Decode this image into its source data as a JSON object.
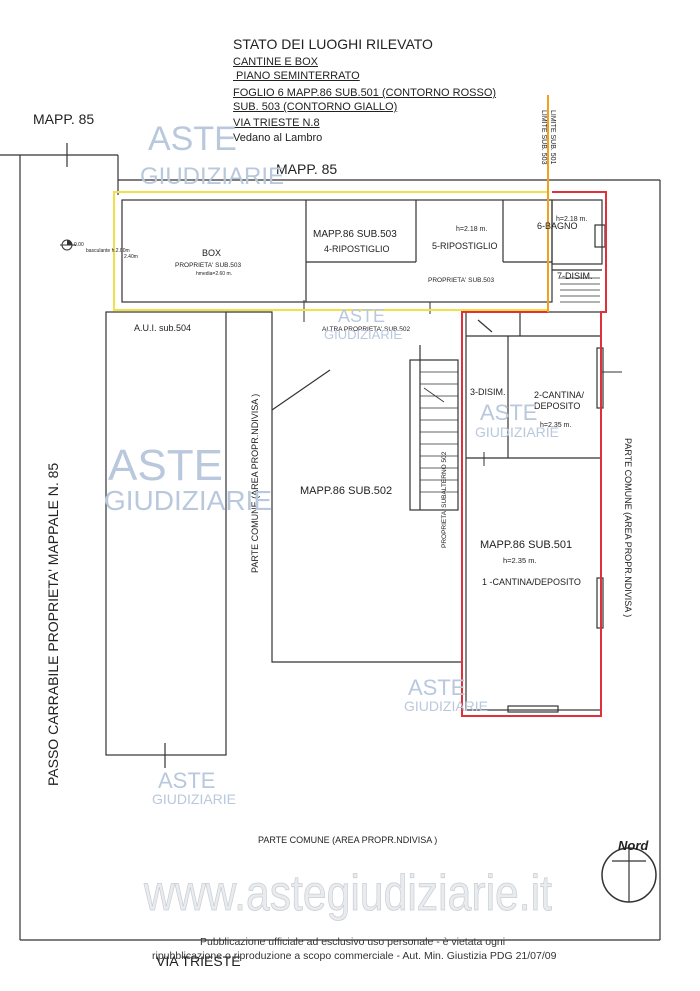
{
  "header": {
    "title": "STATO DEI LUOGHI RILEVATO",
    "line1": "CANTINE E BOX",
    "line2": " PIANO SEMINTERRATO",
    "line3": "FOGLIO 6  MAPP.86 SUB.501 (CONTORNO ROSSO)",
    "line4": "SUB. 503 (CONTORNO GIALLO)",
    "line5": "VIA TRIESTE  N.8",
    "line6": "Vedano al Lambro"
  },
  "labels": {
    "mapp85_left": "MAPP. 85",
    "mapp85_top": "MAPP. 85",
    "limite_1": "LIMITE SUB. 501",
    "limite_2": "LIMITE SUB. 503",
    "box": "BOX",
    "box_owner": "PROPRIETA' SUB.503",
    "box_height": "hmedia=2.60 m.",
    "level_a": "0.00",
    "level_b": "basculante  h.2.00m",
    "level_c": "2.40m",
    "mapp86_503": "MAPP.86 SUB.503",
    "room4": "4-RIPOSTIGLIO",
    "room5_h": "h=2.18 m.",
    "room5": "5-RIPOSTIGLIO",
    "room6_h": "h=2.18 m.",
    "room6": "6-BAGNO",
    "room7": "7-DISIM.",
    "prop503": "PROPRIETA' SUB.503",
    "altra_prop": "ALTRA PROPRIETA' SUB.502",
    "aui": "A.U.I. sub.504",
    "room3": "3-DISIM.",
    "room2a": "2-CANTINA/",
    "room2b": "DEPOSITO",
    "room2_h": "h=2.35 m.",
    "mapp86_502": "MAPP.86 SUB.502",
    "sub_502_vert": "PROPRIETA' SUBALTERNO 502",
    "mapp86_501": "MAPP.86 SUB.501",
    "room1_h": "h=2.35 m.",
    "room1": "1 -CANTINA/DEPOSITO",
    "parte_comune_vert_left": "PARTE COMUNE (AREA PROPR.NDIVISA )",
    "parte_comune_vert_right": "PARTE COMUNE (AREA PROPR.NDIVISA )",
    "parte_comune_bottom": "PARTE COMUNE (AREA PROPR.NDIVISA )",
    "passo_carrabile": "PASSO CARRABILE PROPRIETA' MAPPALE N. 85",
    "via_trieste": "VIA TRIESTE",
    "nord": "Nord"
  },
  "watermark": {
    "line1": "ASTE",
    "line2": "GIUDIZIARIE",
    "url": "www.astegiudiziarie.it"
  },
  "footer": {
    "line1": "Pubblicazione ufficiale ad esclusivo uso personale - è vietata ogni",
    "line2": "ripubblicazione o riproduzione a scopo commerciale - Aut. Min. Giustizia PDG 21/07/09"
  },
  "colors": {
    "sub501_outline": "#e0303a",
    "sub503_outline": "#f1e04a",
    "limit_line": "#f0a21a",
    "walls": "#333333",
    "watermark": "#b9c8dd"
  }
}
